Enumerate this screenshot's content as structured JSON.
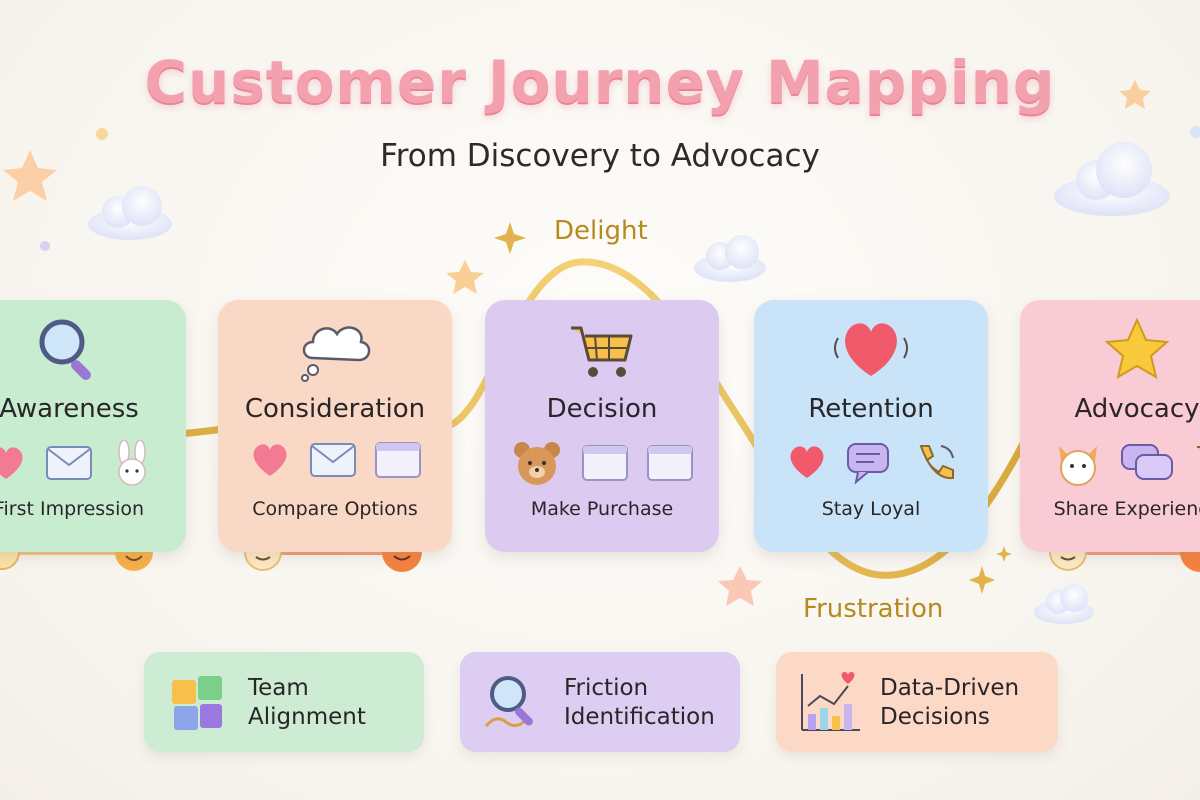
{
  "header": {
    "title": "Customer Journey Mapping",
    "subtitle": "From Discovery to Advocacy"
  },
  "curve": {
    "peak_label": "Delight",
    "trough_label": "Frustration"
  },
  "stages": [
    {
      "name": "Awareness",
      "description": "First Impression",
      "icons": [
        "magnifier-icon",
        "heart-icon",
        "envelope-icon",
        "bunny-icon"
      ]
    },
    {
      "name": "Consideration",
      "description": "Compare Options",
      "icons": [
        "thought-cloud-icon",
        "heart-icon",
        "envelope-icon",
        "browser-window-icon"
      ]
    },
    {
      "name": "Decision",
      "description": "Make Purchase",
      "icons": [
        "shopping-cart-icon",
        "bear-icon",
        "browser-window-icon",
        "browser-window-icon"
      ]
    },
    {
      "name": "Retention",
      "description": "Stay Loyal",
      "icons": [
        "heart-icon",
        "heart-icon",
        "chat-bubble-icon",
        "phone-icon"
      ]
    },
    {
      "name": "Advocacy",
      "description": "Share Experience",
      "icons": [
        "star-icon",
        "cat-icon",
        "chat-bubbles-icon",
        "phone-icon"
      ]
    }
  ],
  "benefits": [
    {
      "line1": "Team",
      "line2": "Alignment",
      "icon": "puzzle-icon"
    },
    {
      "line1": "Friction",
      "line2": "Identification",
      "icon": "magnifier-icon"
    },
    {
      "line1": "Data-Driven",
      "line2": "Decisions",
      "icon": "chart-icon"
    }
  ],
  "colors": {
    "title": "#f3a1ae",
    "curve": "#e3b64a",
    "awareness": "#c7ecd0",
    "consideration": "#f9d8c5",
    "decision": "#dccaf1",
    "retention": "#c9e3f8",
    "advocacy": "#f9ccd5"
  }
}
